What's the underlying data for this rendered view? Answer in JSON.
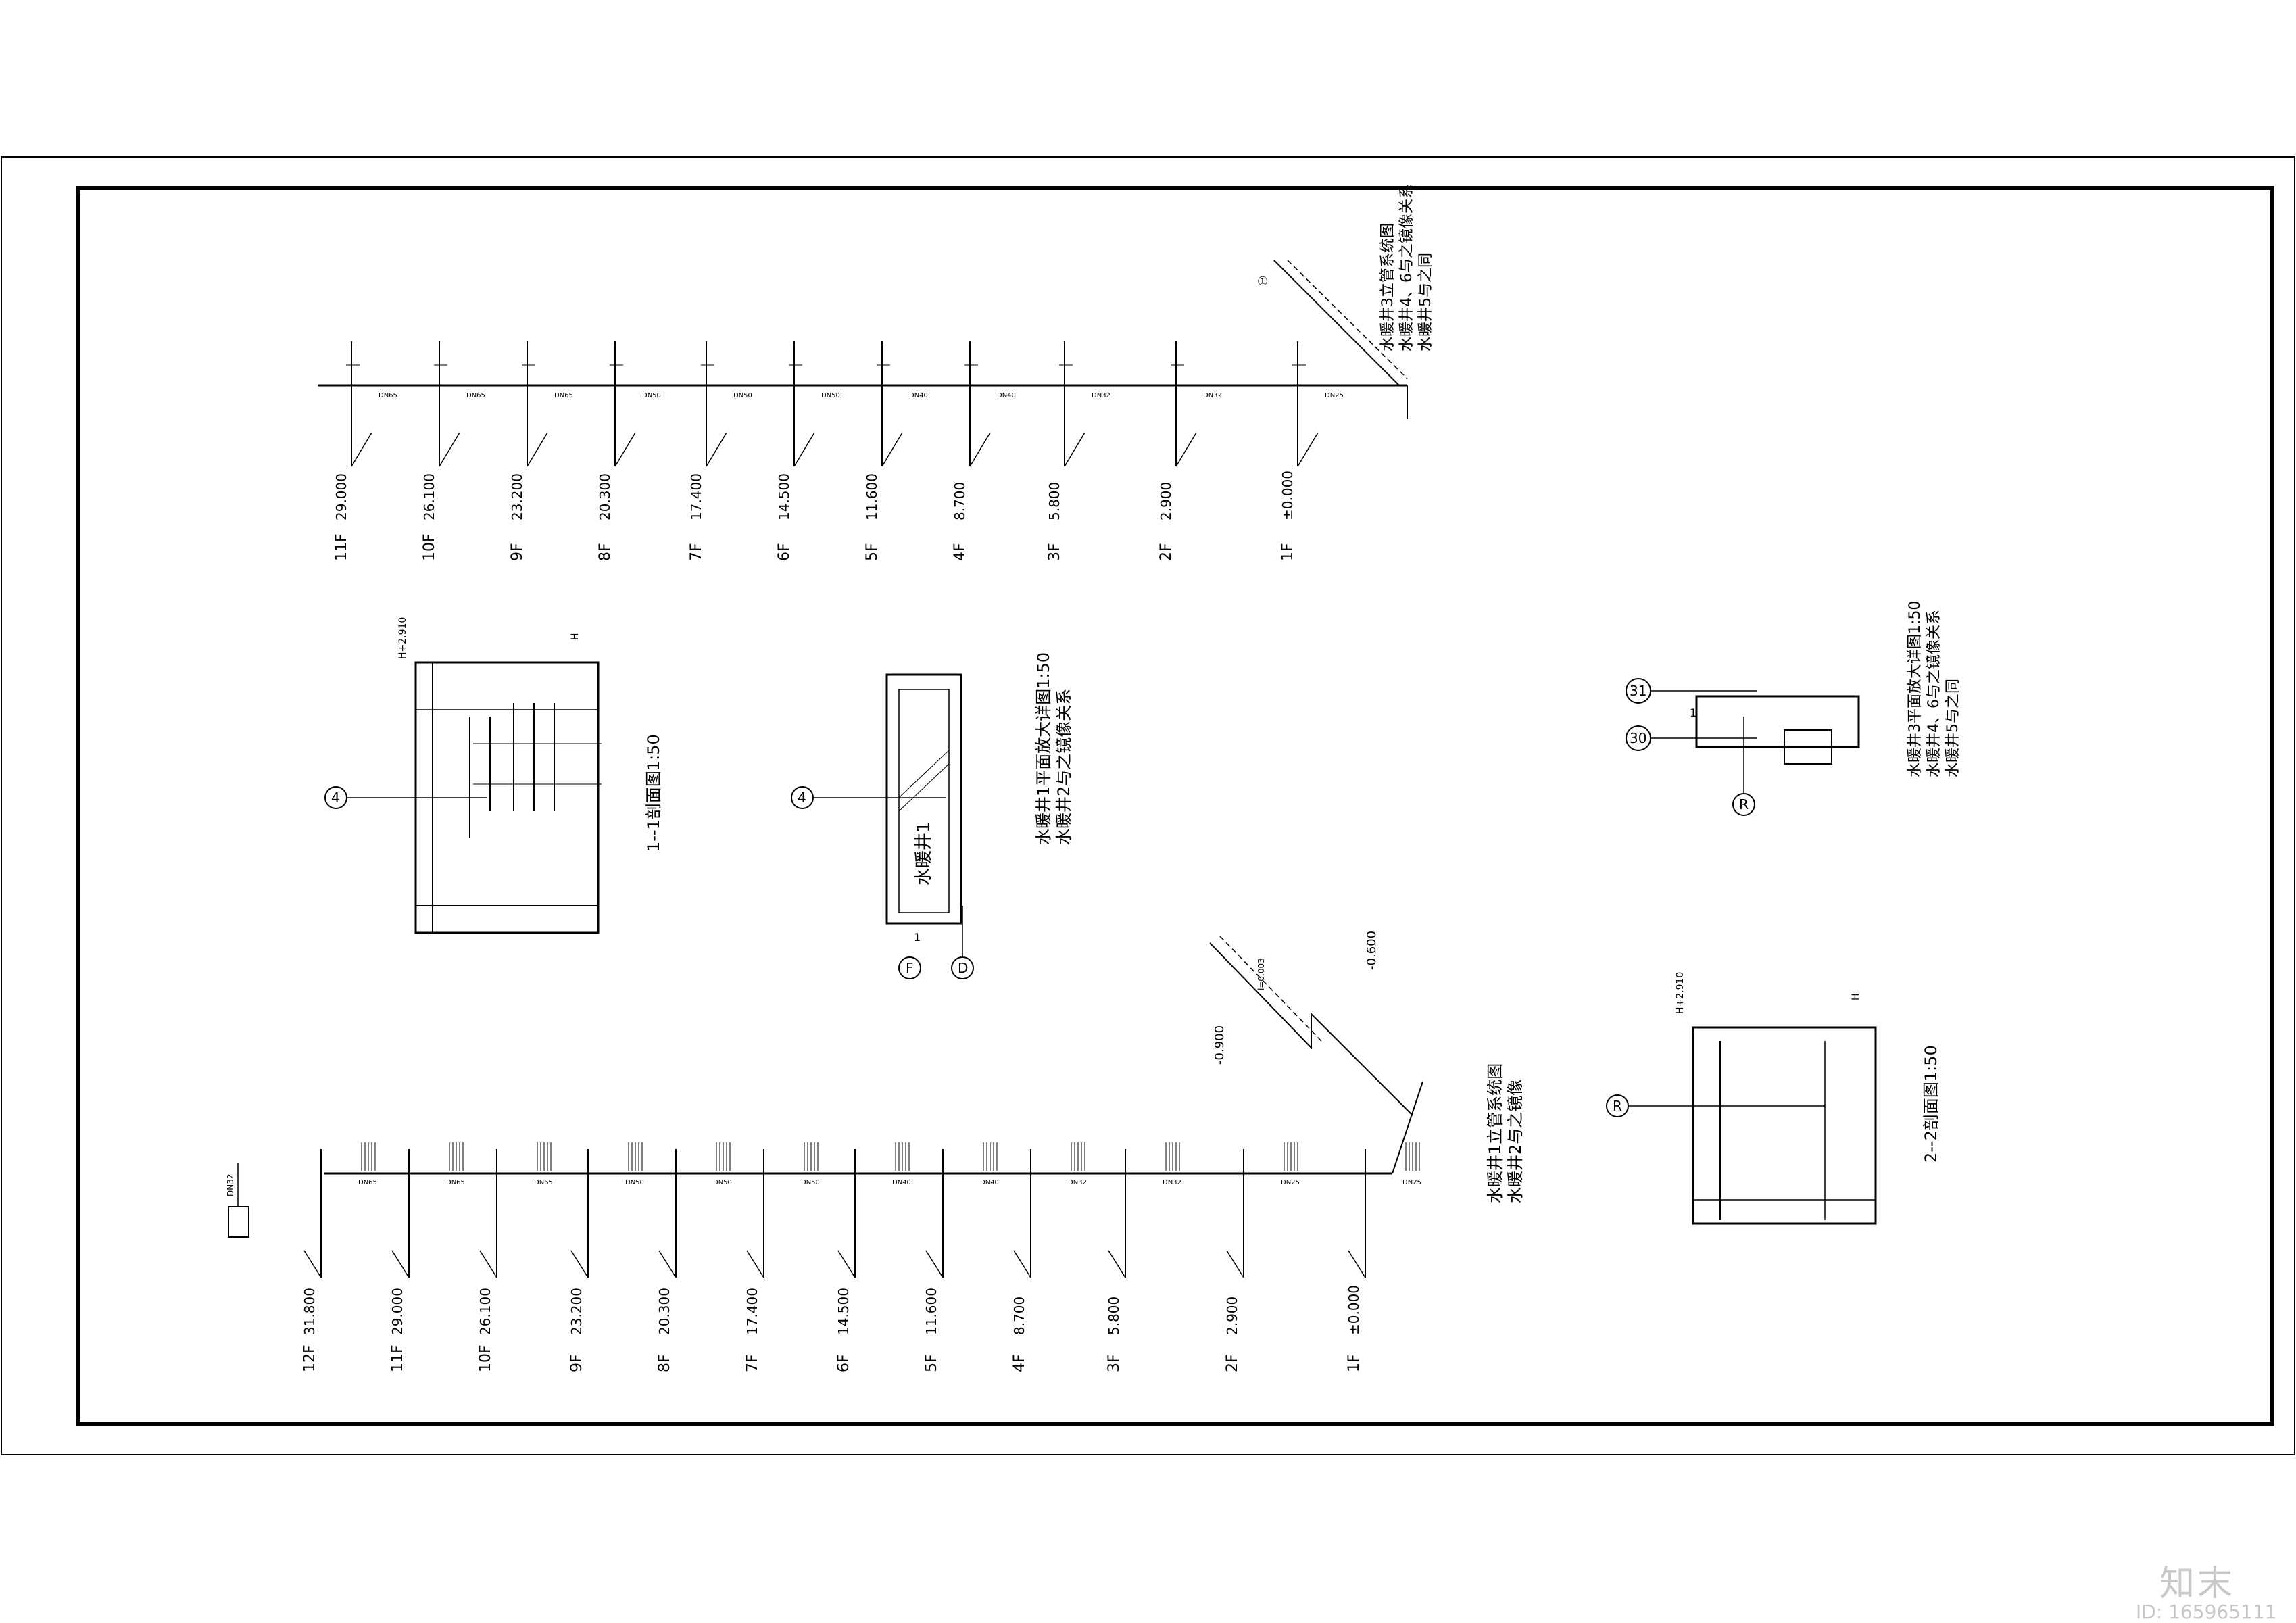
{
  "upper_system": {
    "levels": [
      {
        "floor": "11F",
        "elev": "29.000"
      },
      {
        "floor": "10F",
        "elev": "26.100"
      },
      {
        "floor": "9F",
        "elev": "23.200"
      },
      {
        "floor": "8F",
        "elev": "20.300"
      },
      {
        "floor": "7F",
        "elev": "17.400"
      },
      {
        "floor": "6F",
        "elev": "14.500"
      },
      {
        "floor": "5F",
        "elev": "11.600"
      },
      {
        "floor": "4F",
        "elev": "8.700"
      },
      {
        "floor": "3F",
        "elev": "5.800"
      },
      {
        "floor": "2F",
        "elev": "2.900"
      },
      {
        "floor": "1F",
        "elev": "±0.000"
      }
    ],
    "pipe_labels": [
      "DN65",
      "DN65",
      "DN65",
      "DN50",
      "DN50",
      "DN50",
      "DN40",
      "DN40",
      "DN32",
      "DN32",
      "DN25"
    ],
    "title_lines": [
      "水暖井3立管系统图",
      "水暖井4、6与之镜像关系",
      "水暖井5与之同"
    ],
    "axis_mark": "①"
  },
  "lower_system": {
    "levels": [
      {
        "floor": "12F",
        "elev": "31.800"
      },
      {
        "floor": "11F",
        "elev": "29.000"
      },
      {
        "floor": "10F",
        "elev": "26.100"
      },
      {
        "floor": "9F",
        "elev": "23.200"
      },
      {
        "floor": "8F",
        "elev": "20.300"
      },
      {
        "floor": "7F",
        "elev": "17.400"
      },
      {
        "floor": "6F",
        "elev": "14.500"
      },
      {
        "floor": "5F",
        "elev": "11.600"
      },
      {
        "floor": "4F",
        "elev": "8.700"
      },
      {
        "floor": "3F",
        "elev": "5.800"
      },
      {
        "floor": "2F",
        "elev": "2.900"
      },
      {
        "floor": "1F",
        "elev": "±0.000"
      }
    ],
    "pipe_labels": [
      "DN65",
      "DN65",
      "DN65",
      "DN50",
      "DN50",
      "DN50",
      "DN40",
      "DN40",
      "DN32",
      "DN32",
      "DN25",
      "DN25"
    ],
    "branch_label": "DN32",
    "title_lines": [
      "水暖井1立管系统图",
      "水暖井2与之镜像"
    ],
    "elev_top": "-0.600",
    "elev_bottom": "-0.900",
    "slope_label": "i=0.003"
  },
  "section_11": {
    "title": "1--1剖面图1:50",
    "axis": "4",
    "h_top": "H+2.910",
    "h_mark": "H"
  },
  "plan_1": {
    "title_lines": [
      "水暖井1平面放大详图1:50",
      "水暖井2与之镜像关系"
    ],
    "room_label": "水暖井1",
    "axis_left": "4",
    "axis_f": "F",
    "axis_d": "D",
    "cut_label": "1"
  },
  "plan_3": {
    "title_lines": [
      "水暖井3平面放大详图1:50",
      "水暖井4、6与之镜像关系",
      "水暖井5与之同"
    ],
    "axis_31": "31",
    "axis_30": "30",
    "axis_r": "R",
    "cut_label": "1"
  },
  "section_22": {
    "title": "2--2剖面图1:50",
    "axis": "R",
    "h_top": "H+2.910",
    "h_mark": "H"
  },
  "watermark": {
    "logo": "知末",
    "id": "ID: 165965111"
  }
}
